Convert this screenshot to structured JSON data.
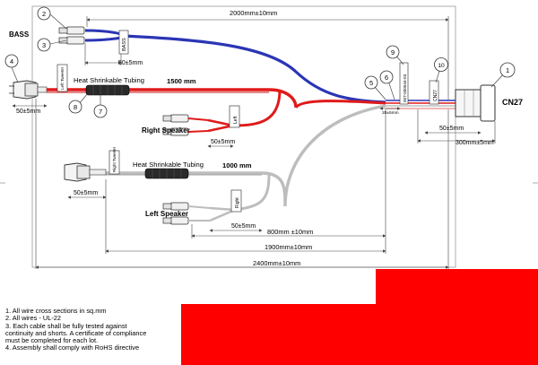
{
  "dimensions": {
    "top_total": "2000mm±10mm",
    "bass_lead": "50±5mm",
    "left_lead": "50±5mm",
    "rt_speaker_lead": "50±5mm",
    "lf_speaker_lead": "50±5mm",
    "conn_lead_1": "50±5mm",
    "conn_lead_2": "300mm±5mm",
    "small_20": "20±5mm",
    "red_run": "1500 mm",
    "white_run": "1000 mm",
    "d_800": "800mm ±10mm",
    "d_1900": "1900mm±10mm",
    "d_2400": "2400mm±10mm"
  },
  "labels": {
    "bass": "BASS",
    "cn27": "CN27",
    "right_speaker": "Right Speaker",
    "left_speaker": "Left Speaker",
    "hst_red": "Heat Shrinkable Tubing",
    "hst_white": "Heat Shrinkable Tubing",
    "tag_bass": "BASS",
    "tag_left_tweeter": "Left Tweeter",
    "tag_right_tweeter": "Right Tweeter",
    "tag_left": "Left",
    "tag_right": "Right",
    "tag_part": "007-000544-03",
    "tag_cn27": "CN27"
  },
  "balloons": [
    "1",
    "2",
    "3",
    "4",
    "5",
    "6",
    "7",
    "8",
    "9",
    "10"
  ],
  "notes": [
    "1. All wire cross sections in sq.mm",
    "2. All wires - UL-22",
    "3. Each cable shall be fully tested against",
    "continuity and shorts. A certificate of compliance",
    "must be completed for each lot.",
    "4. Assembly shall comply with RoHS directive"
  ],
  "colors": {
    "bass_wire": "#2b35b5",
    "tweeter_wire": "#e01a1a",
    "speaker_wire_white": "#bdbdbd",
    "callout_fill": "#ff0000",
    "dimension_line": "#555555"
  }
}
